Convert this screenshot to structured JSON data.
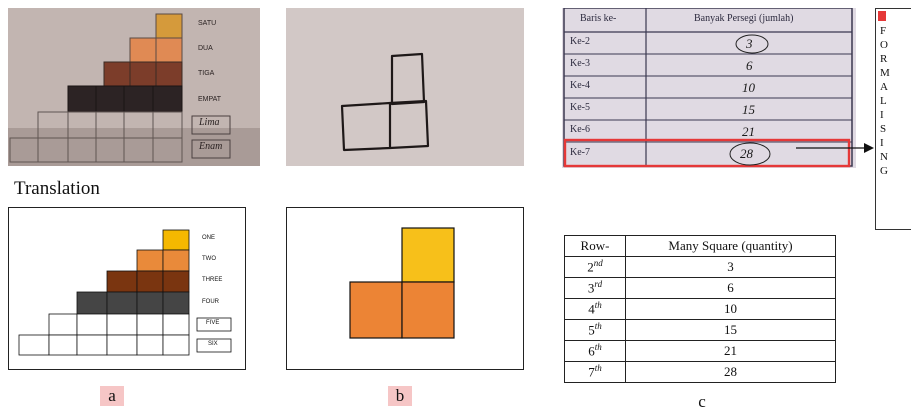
{
  "figure": {
    "translation_label": "Translation",
    "captions": [
      "a",
      "b",
      "c"
    ]
  },
  "panel_a": {
    "photo_labels": [
      "SATU",
      "DUA",
      "TIGA",
      "EMPAT",
      "Lima",
      "Enam"
    ],
    "translated_labels": [
      "ONE",
      "TWO",
      "THREE",
      "FOUR",
      "FIVE",
      "SIX"
    ],
    "colors": {
      "yellow": "#f5b800",
      "orange": "#e98a3a",
      "brown": "#7a3510",
      "dark": "#454545"
    }
  },
  "panel_b": {
    "colors": {
      "top": "#f7c01a",
      "bottom": "#ec8435"
    }
  },
  "panel_c": {
    "photo_table": {
      "headers": [
        "Baris ke-",
        "Banyak Persegi (jumlah)"
      ],
      "rows": [
        {
          "row": "Ke-2",
          "value": "3"
        },
        {
          "row": "Ke-3",
          "value": "6"
        },
        {
          "row": "Ke-4",
          "value": "10"
        },
        {
          "row": "Ke-5",
          "value": "15"
        },
        {
          "row": "Ke-6",
          "value": "21"
        },
        {
          "row": "Ke-7",
          "value": "28"
        }
      ],
      "highlight_color": "#e53838"
    },
    "translated_table": {
      "headers": [
        "Row-",
        "Many Square (quantity)"
      ],
      "rows": [
        {
          "base": "2",
          "suffix": "nd",
          "value": "3"
        },
        {
          "base": "3",
          "suffix": "rd",
          "value": "6"
        },
        {
          "base": "4",
          "suffix": "th",
          "value": "10"
        },
        {
          "base": "5",
          "suffix": "th",
          "value": "15"
        },
        {
          "base": "6",
          "suffix": "th",
          "value": "21"
        },
        {
          "base": "7",
          "suffix": "th",
          "value": "28"
        }
      ]
    },
    "side_letters": [
      "F",
      "O",
      "R",
      "M",
      "A",
      "L",
      "I",
      "S",
      "I",
      "N",
      "G"
    ]
  }
}
